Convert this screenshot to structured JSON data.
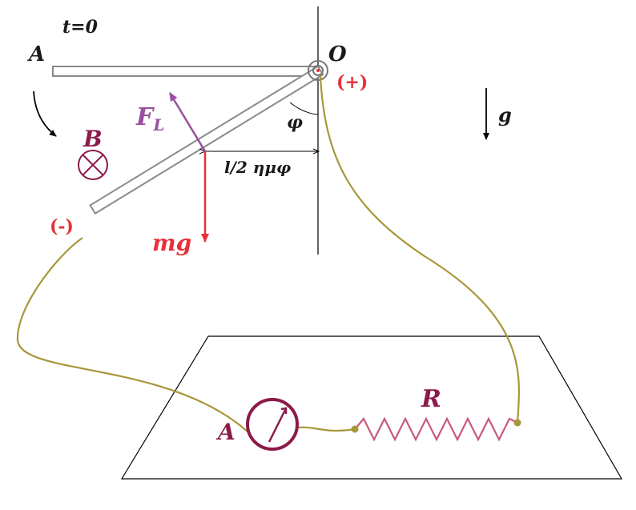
{
  "labels": {
    "time": "t=0",
    "point_a": "A",
    "pivot": "O",
    "plus": "(+)",
    "minus": "(-)",
    "gravity": "g",
    "force_l": "F",
    "force_l_sub": "L",
    "field": "B",
    "angle": "φ",
    "lever_arm": "l/2 ημφ",
    "weight": "mg",
    "resistor": "R",
    "ammeter": "A"
  },
  "colors": {
    "line": "#000000",
    "rod": "#8a8a8a",
    "wire": "#a8973a",
    "red": "#e8303a",
    "purple": "#9a4fa0",
    "maroon": "#8c1a4a",
    "resistor": "#c85a7a"
  }
}
